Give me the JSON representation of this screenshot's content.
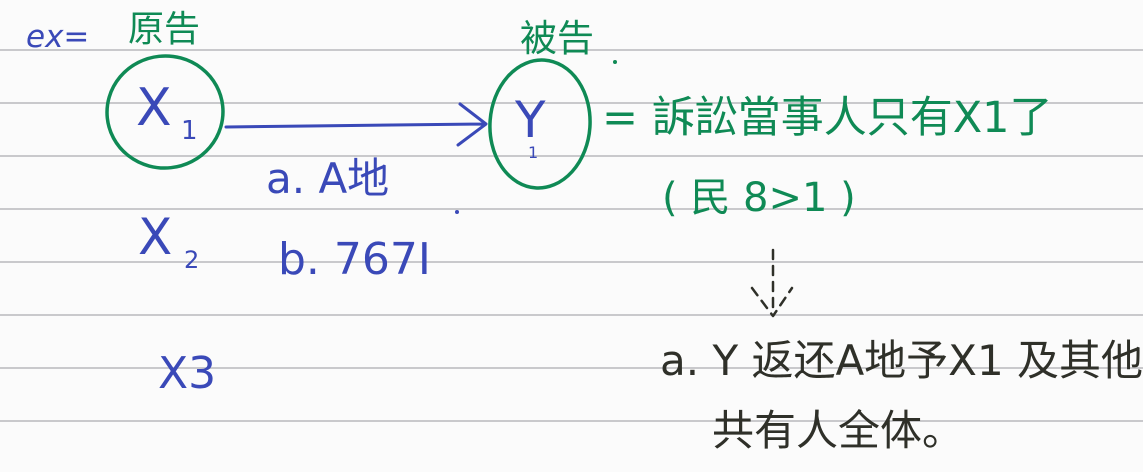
{
  "notes": {
    "example_label": "ex=",
    "plaintiff_label": "原告",
    "defendant_label": "被告",
    "x1_var": "X",
    "x1_sub": "1",
    "y_var": "Y",
    "y_sub": "1",
    "claim_a": "a. A地",
    "claim_b": "b. 767I",
    "x2_var": "X",
    "x2_sub": "2",
    "x3_var": "X3",
    "conclusion_line1": "= 訴訟當事人只有X1了",
    "conclusion_line2": "( 民 8>1 )",
    "result_line1": "a. Y 返还A地予X1 及其他",
    "result_line2": "共有人全体。"
  },
  "ink_colors": {
    "blue_pen": "#3a49b8",
    "green_pen": "#0f8a55",
    "black_pen": "#2f3029"
  }
}
